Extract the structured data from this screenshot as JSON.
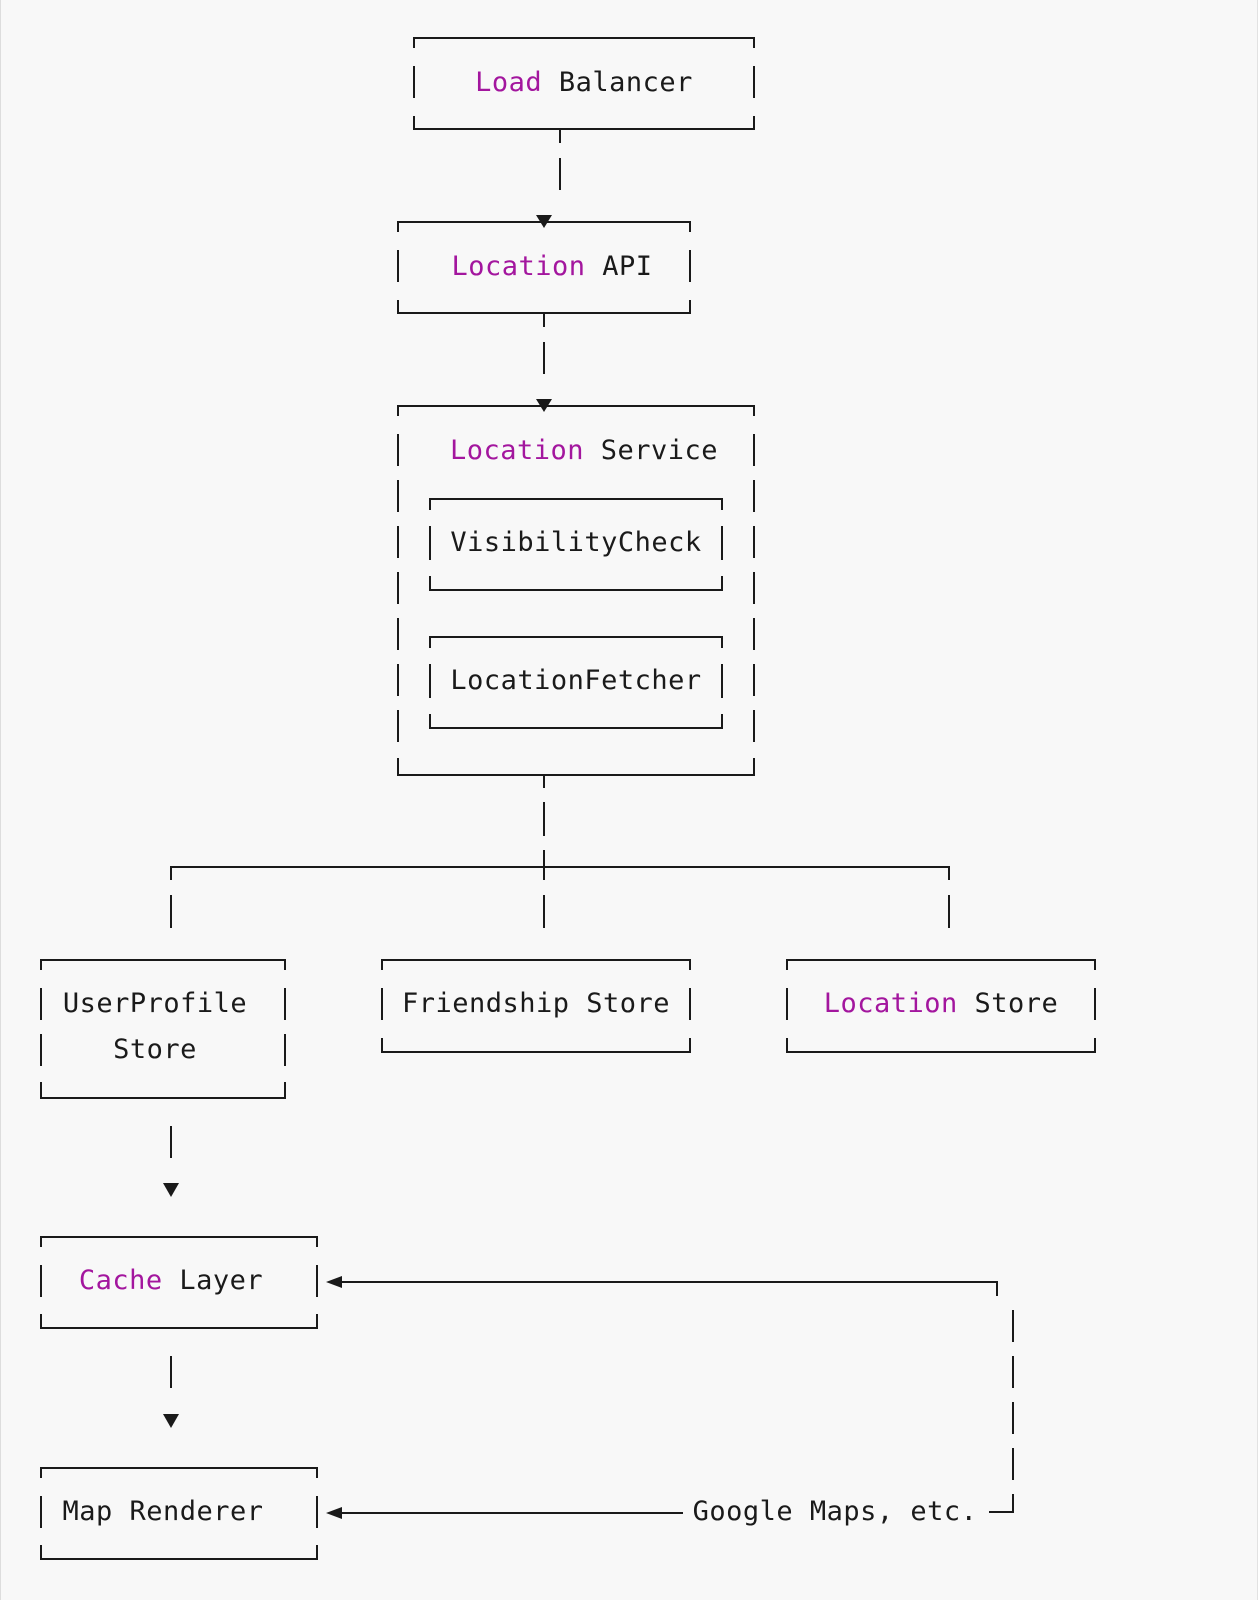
{
  "nodes": {
    "load_balancer": {
      "keyword": "Load",
      "rest": "Balancer"
    },
    "location_api": {
      "keyword": "Location",
      "rest": "API"
    },
    "location_service": {
      "keyword": "Location",
      "rest": "Service"
    },
    "visibility_check": {
      "label": "VisibilityCheck"
    },
    "location_fetcher": {
      "label": "LocationFetcher"
    },
    "userprofile_store": {
      "line1": "UserProfile",
      "line2": "Store"
    },
    "friendship_store": {
      "label": "Friendship Store"
    },
    "location_store": {
      "keyword": "Location",
      "rest": "Store"
    },
    "cache_layer": {
      "keyword": "Cache",
      "rest": "Layer"
    },
    "map_renderer": {
      "label": "Map Renderer"
    }
  },
  "external": {
    "label": "Google Maps, etc."
  },
  "colors": {
    "keyword": "#a3169e",
    "text": "#1a1a1a",
    "line": "#1a1a1a",
    "background": "#f8f8f8"
  }
}
